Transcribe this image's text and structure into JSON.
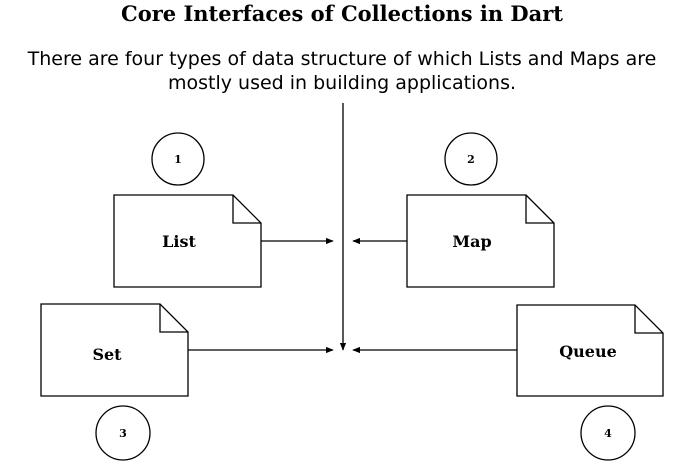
{
  "title": "Core Interfaces of Collections in Dart",
  "subtitle_lines": [
    "There are four types of data structure of which Lists and Maps are",
    "mostly used in building applications."
  ],
  "nodes": [
    {
      "id": "list",
      "label": "List",
      "number": "1"
    },
    {
      "id": "map",
      "label": "Map",
      "number": "2"
    },
    {
      "id": "set",
      "label": "Set",
      "number": "3"
    },
    {
      "id": "queue",
      "label": "Queue",
      "number": "4"
    }
  ]
}
